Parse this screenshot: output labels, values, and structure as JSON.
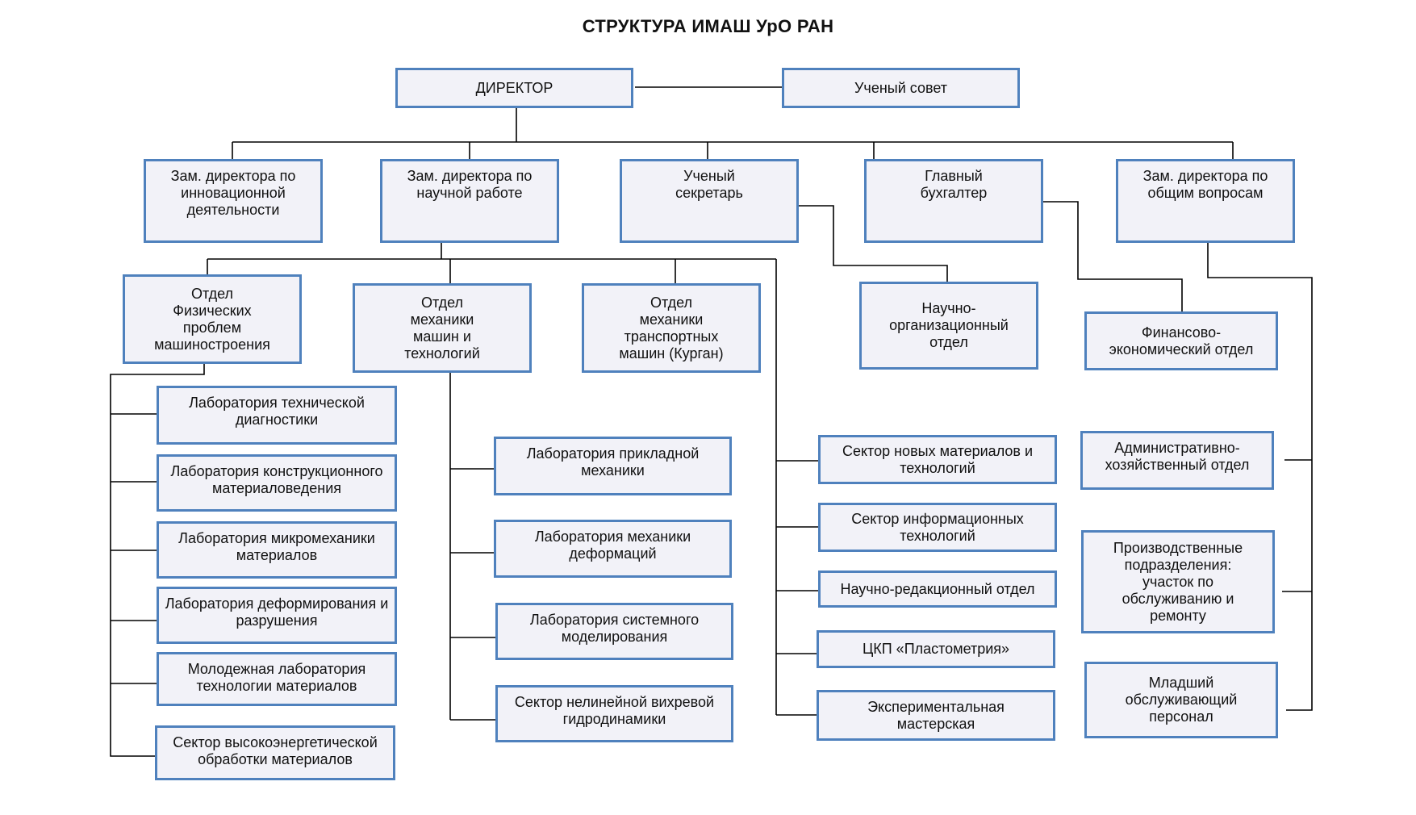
{
  "title": "СТРУКТУРА ИМАШ УрО РАН",
  "colors": {
    "box_border": "#4f81bd",
    "box_fill": "#f2f2f8",
    "line": "#000000"
  },
  "nodes": {
    "director": "ДИРЕКТОР",
    "council": "Ученый совет",
    "dep_innovation": "Зам. директора по\nинновационной\nдеятельности",
    "dep_science": "Зам. директора по\nнаучной работе",
    "sci_secretary": "Ученый\nсекретарь",
    "chief_accountant": "Главный\nбухгалтер",
    "dep_general": "Зам. директора по\nобщим вопросам",
    "dept_physics": "Отдел\nФизических\nпроблем\nмашиностроения",
    "dept_mechanics": "Отдел\nмеханики\nмашин и\nтехнологий",
    "dept_transport": "Отдел\nмеханики\nтранспортных\nмашин (Курган)",
    "dept_sci_org": "Научно-\nорганизационный\nотдел",
    "dept_finance": "Финансово-\nэкономический отдел",
    "lab_diagnostics": "Лаборатория технической\nдиагностики",
    "lab_materials": "Лаборатория конструкционного\nматериаловедения",
    "lab_micromech": "Лаборатория микромеханики\nматериалов",
    "lab_deform_fracture": "Лаборатория деформирования и\nразрушения",
    "lab_youth": "Молодежная лаборатория\nтехнологии материалов",
    "sector_highenergy": "Сектор высокоэнергетической\nобработки материалов",
    "lab_applied": "Лаборатория прикладной\nмеханики",
    "lab_deformation": "Лаборатория механики\nдеформаций",
    "lab_systems": "Лаборатория системного\nмоделирования",
    "sector_vortex": "Сектор нелинейной вихревой\nгидродинамики",
    "sector_newmat": "Сектор новых материалов и\nтехнологий",
    "sector_it": "Сектор информационных\nтехнологий",
    "dept_editorial": "Научно-редакционный отдел",
    "ckp": "ЦКП «Пластометрия»",
    "workshop": "Экспериментальная\nмастерская",
    "dept_admin": "Административно-\nхозяйственный отдел",
    "production": "Производственные\nподразделения:\nучасток по\nобслуживанию и\nремонту",
    "junior_staff": "Младший\nобслуживающий\nперсонал"
  }
}
